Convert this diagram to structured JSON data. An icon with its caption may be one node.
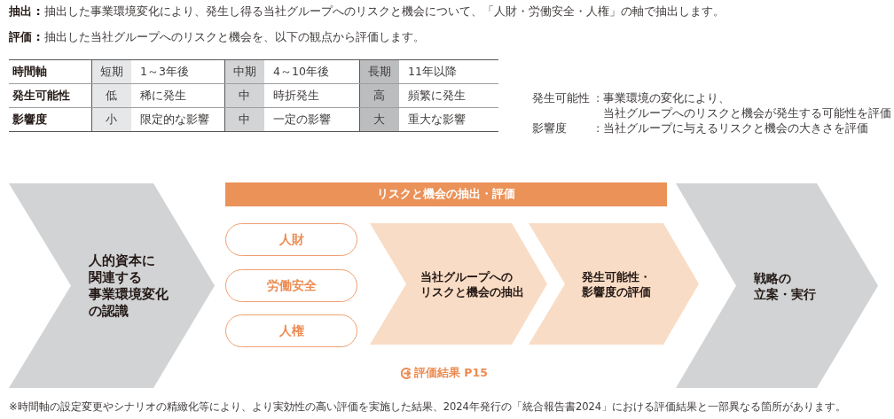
{
  "diagram": {
    "nodes": [
      {
        "text": [
          "人的資本に関連する事業環境変化の認識"
        ]
      },
      {
        "text": [
          "リスクと機会の抽出・評価"
        ]
      },
      {
        "text": [
          "人財"
        ]
      },
      {
        "text": [
          "労働安全"
        ]
      },
      {
        "text": [
          "人権"
        ]
      },
      {
        "text": [
          "当社グループへのリスクと機会の抽出"
        ]
      },
      {
        "text": [
          "発生可能性・影響度の評価"
        ]
      },
      {
        "text": [
          "戦略の立案・実行"
        ]
      }
    ],
    "labels": [
      "**抽出 :** 抽出した事業環境変化により、発生し得る当社グループへのリスクと機会について、「人財・労働安全・人権」の軸で抽出します。",
      "**評価 :** 抽出した当社グループへのリスクと機会を、以下の観点から評価します。",
      "時間軸",
      "短期",
      "1～3年後",
      "中期",
      "4～10年後",
      "長期",
      "11年以降",
      "発生可能性",
      "低",
      "稀に発生",
      "中",
      "時折発生",
      "高",
      "頻繁に発生",
      "影響度",
      "小",
      "限定的な影響",
      "中",
      "一定の影響",
      "大",
      "重大な影響",
      "発生可能性",
      ": 事業環境の変化により、当社グループへのリスクと機会が発生する可能性を評価",
      "影響度",
      ": 当社グループに与えるリスクと機会の大きさを評価",
      "評価結果 P15",
      "※時間軸の設定変更やシナリオの精緻化等により、より実効性の高い評価を実施した結果、2024年発行の「統合報告書2024」における評価結果と一部異なる箇所があります。"
    ]
  }
}
